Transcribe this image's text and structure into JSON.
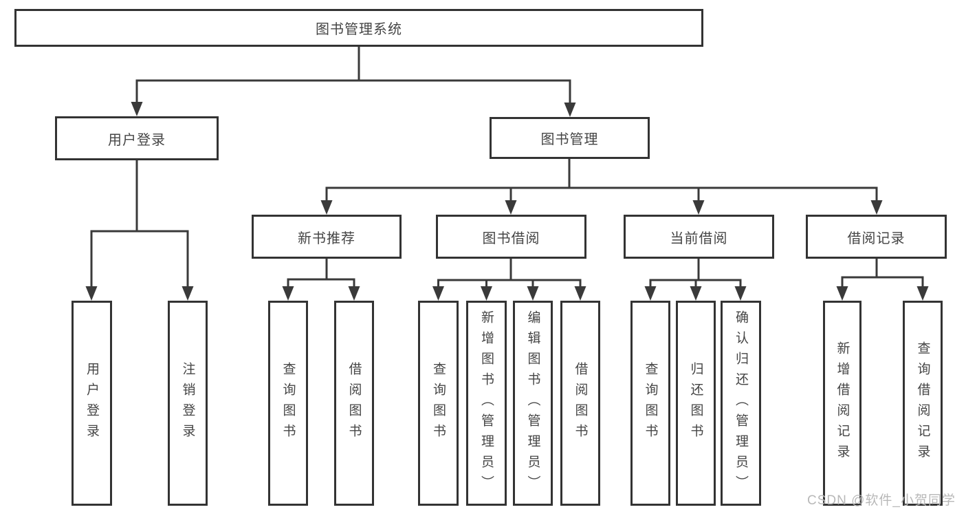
{
  "nodes": {
    "root": {
      "label": "图书管理系统"
    },
    "user_login": {
      "label": "用户登录"
    },
    "book_mgmt": {
      "label": "图书管理"
    },
    "user_login_action": {
      "label": "用户登录"
    },
    "logout_action": {
      "label": "注销登录"
    },
    "new_book_rec": {
      "label": "新书推荐"
    },
    "book_borrow": {
      "label": "图书借阅"
    },
    "current_borrow": {
      "label": "当前借阅"
    },
    "borrow_records": {
      "label": "借阅记录"
    },
    "nbr_query_book": {
      "label": "查询图书"
    },
    "nbr_borrow_book": {
      "label": "借阅图书"
    },
    "bb_query_book": {
      "label": "查询图书"
    },
    "bb_add_book": {
      "label": "新增图书（管理员）"
    },
    "bb_edit_book": {
      "label": "编辑图书（管理员）"
    },
    "bb_borrow_book": {
      "label": "借阅图书"
    },
    "cb_query_book": {
      "label": "查询图书"
    },
    "cb_return_book": {
      "label": "归还图书"
    },
    "cb_confirm_return": {
      "label": "确认归还（管理员）"
    },
    "br_add_record": {
      "label": "新增借阅记录"
    },
    "br_query_record": {
      "label": "查询借阅记录"
    }
  },
  "hierarchy": {
    "图书管理系统": {
      "用户登录": [
        "用户登录",
        "注销登录"
      ],
      "图书管理": {
        "新书推荐": [
          "查询图书",
          "借阅图书"
        ],
        "图书借阅": [
          "查询图书",
          "新增图书（管理员）",
          "编辑图书（管理员）",
          "借阅图书"
        ],
        "当前借阅": [
          "查询图书",
          "归还图书",
          "确认归还（管理员）"
        ],
        "借阅记录": [
          "新增借阅记录",
          "查询借阅记录"
        ]
      }
    }
  },
  "watermark": {
    "text": "CSDN @软件_小贺同学",
    "color": "#b8b8b8"
  },
  "colors": {
    "line": "#3a3a3a",
    "border": "#333333",
    "text": "#454545",
    "background": "#ffffff"
  }
}
